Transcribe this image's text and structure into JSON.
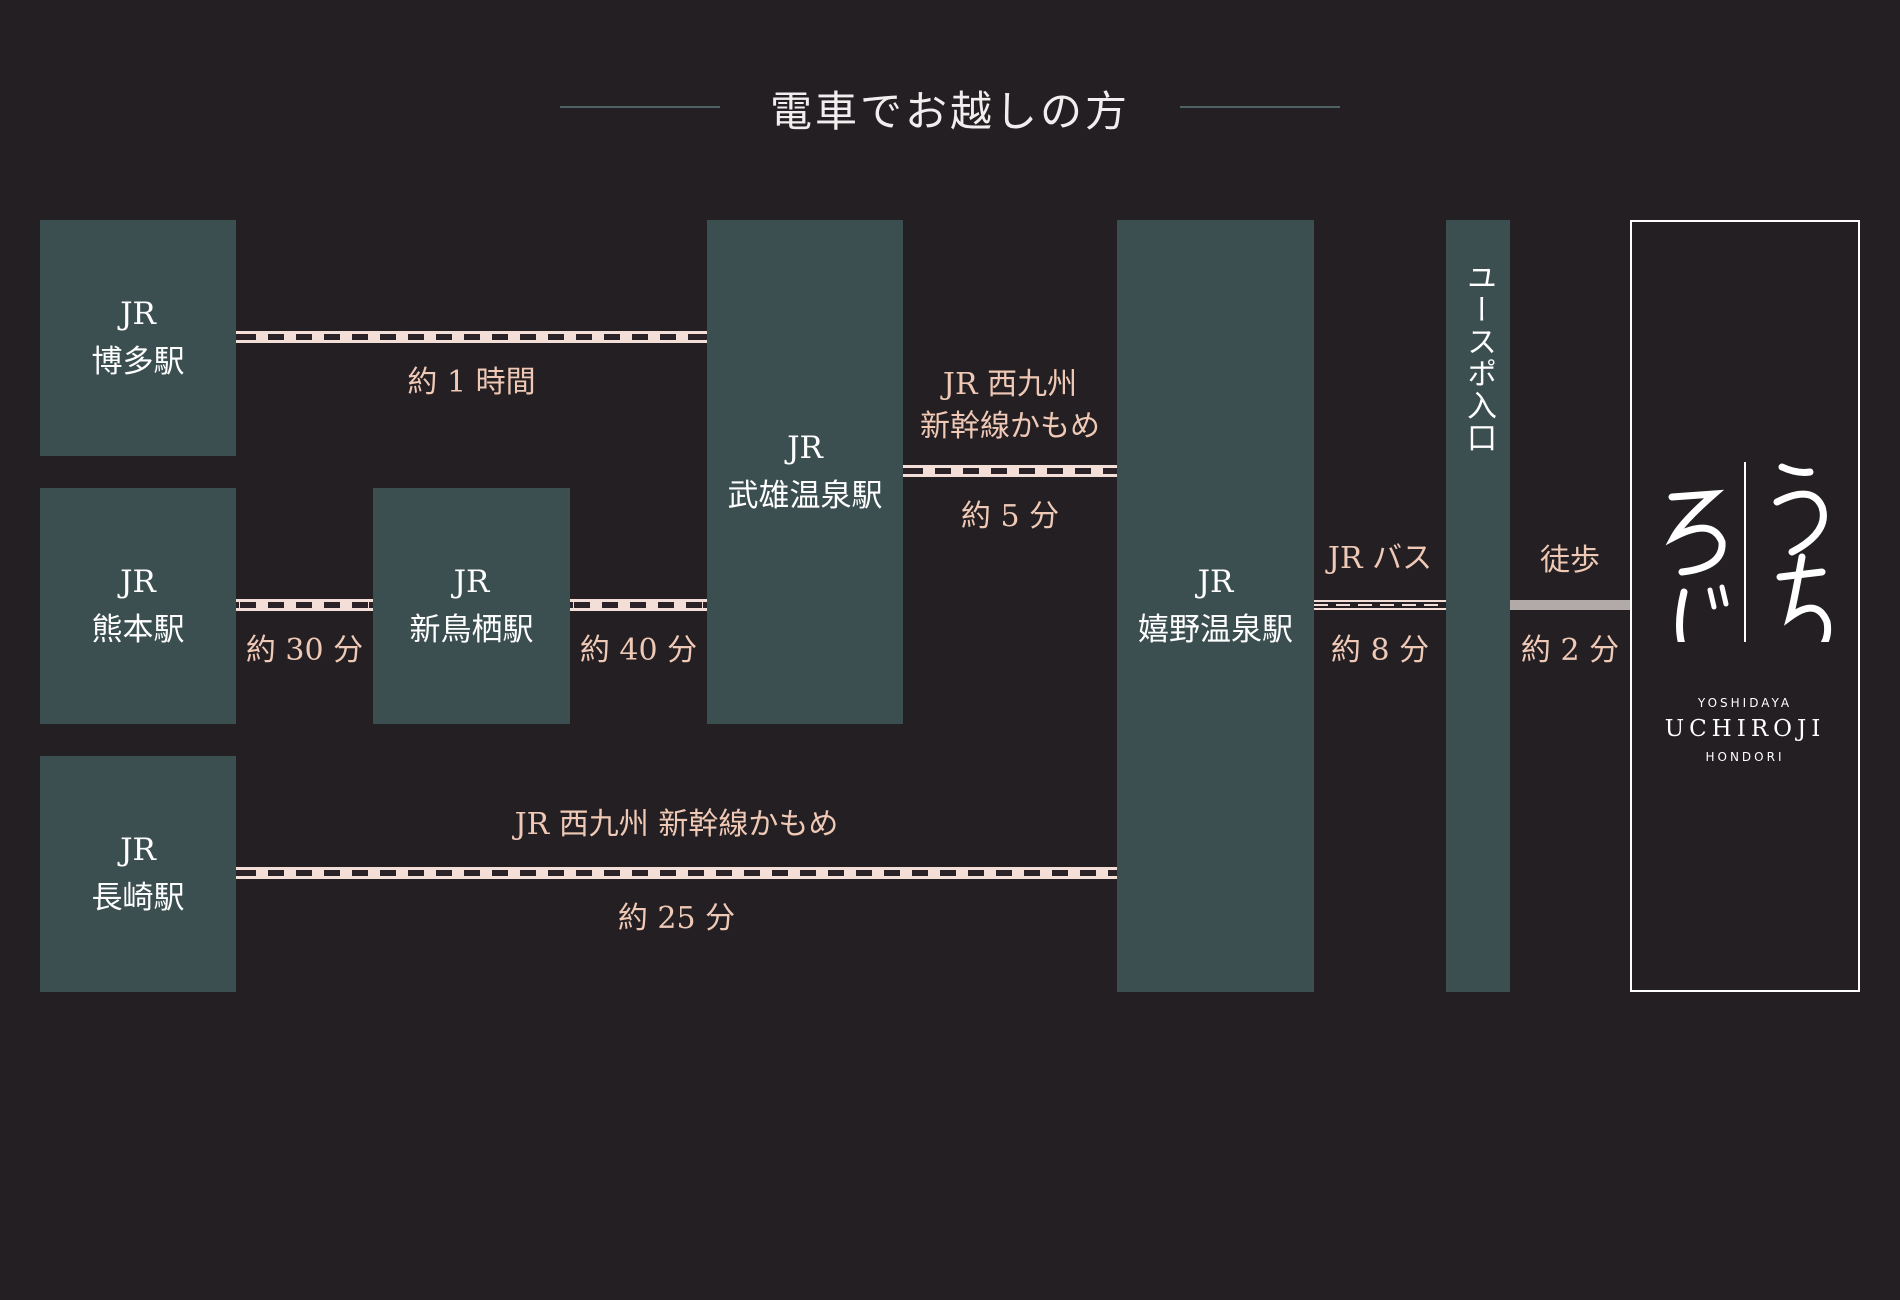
{
  "title": "電車でお越しの方",
  "stations": {
    "hakata": {
      "jr": "JR",
      "name": "博多駅"
    },
    "kumamoto": {
      "jr": "JR",
      "name": "熊本駅"
    },
    "nagasaki": {
      "jr": "JR",
      "name": "長崎駅"
    },
    "shintosu": {
      "jr": "JR",
      "name": "新鳥栖駅"
    },
    "takeo": {
      "jr": "JR",
      "name": "武雄温泉駅"
    },
    "ureshino": {
      "jr": "JR",
      "name": "嬉野温泉駅"
    },
    "yusupo": {
      "name": "ユースポ入口"
    }
  },
  "routes": {
    "hakata_takeo": {
      "time": "約 1 時間"
    },
    "kumamoto_shintosu": {
      "time": "約 30 分"
    },
    "shintosu_takeo": {
      "time": "約 40 分"
    },
    "takeo_ureshino": {
      "line1": "JR 西九州",
      "line2": "新幹線かもめ",
      "time": "約 5 分"
    },
    "nagasaki_ureshino": {
      "line": "JR 西九州 新幹線かもめ",
      "time": "約 25 分"
    },
    "ureshino_yusupo": {
      "line": "JR バス",
      "time": "約 8 分"
    },
    "yusupo_dest": {
      "line": "徒歩",
      "time": "約 2 分"
    }
  },
  "destination": {
    "logo_glyphs": "うちろじ",
    "brand_top": "YOSHIDAYA",
    "brand_main": "UCHIROJI",
    "brand_bottom": "HONDORI"
  },
  "colors": {
    "background": "#231f22",
    "station_box": "#3b4e50",
    "label": "#efc9b6",
    "track": "#f3dfd8",
    "walk": "#b2aaa8"
  }
}
